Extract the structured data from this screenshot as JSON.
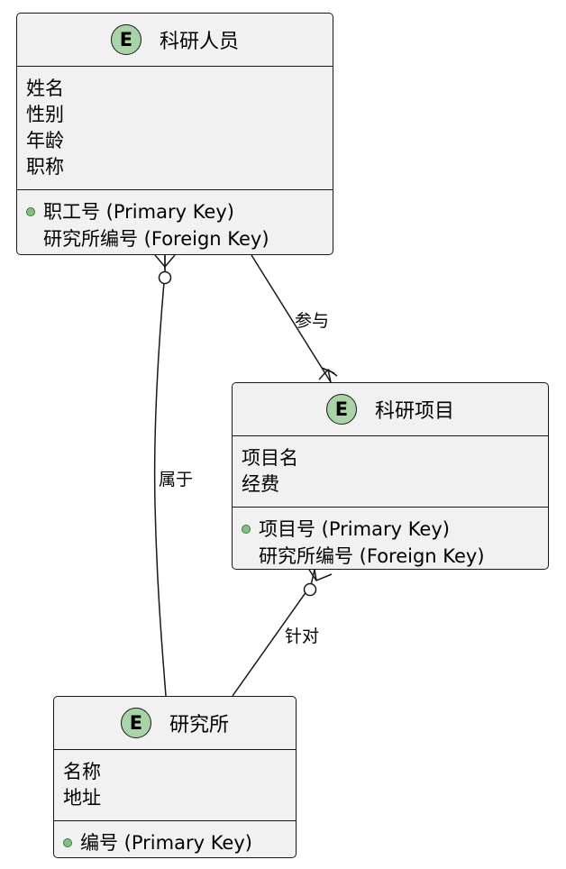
{
  "entities": {
    "researcher": {
      "title": "科研人员",
      "badge": "E",
      "attributes": [
        "姓名",
        "性别",
        "年龄",
        "职称"
      ],
      "keys": [
        {
          "text": "职工号 (Primary Key)",
          "primary": true
        },
        {
          "text": "研究所编号 (Foreign Key)",
          "primary": false
        }
      ]
    },
    "project": {
      "title": "科研项目",
      "badge": "E",
      "attributes": [
        "项目名",
        "经费"
      ],
      "keys": [
        {
          "text": "项目号 (Primary Key)",
          "primary": true
        },
        {
          "text": "研究所编号 (Foreign Key)",
          "primary": false
        }
      ]
    },
    "institute": {
      "title": "研究所",
      "badge": "E",
      "attributes": [
        "名称",
        "地址"
      ],
      "keys": [
        {
          "text": "编号 (Primary Key)",
          "primary": true
        }
      ]
    }
  },
  "relationships": {
    "participate": "参与",
    "belongs": "属于",
    "target": "针对"
  },
  "colors": {
    "entity_fill": "#f1f1f1",
    "badge_fill": "#a9d4a8",
    "pk_dot": "#84be84",
    "stroke": "#181818"
  }
}
